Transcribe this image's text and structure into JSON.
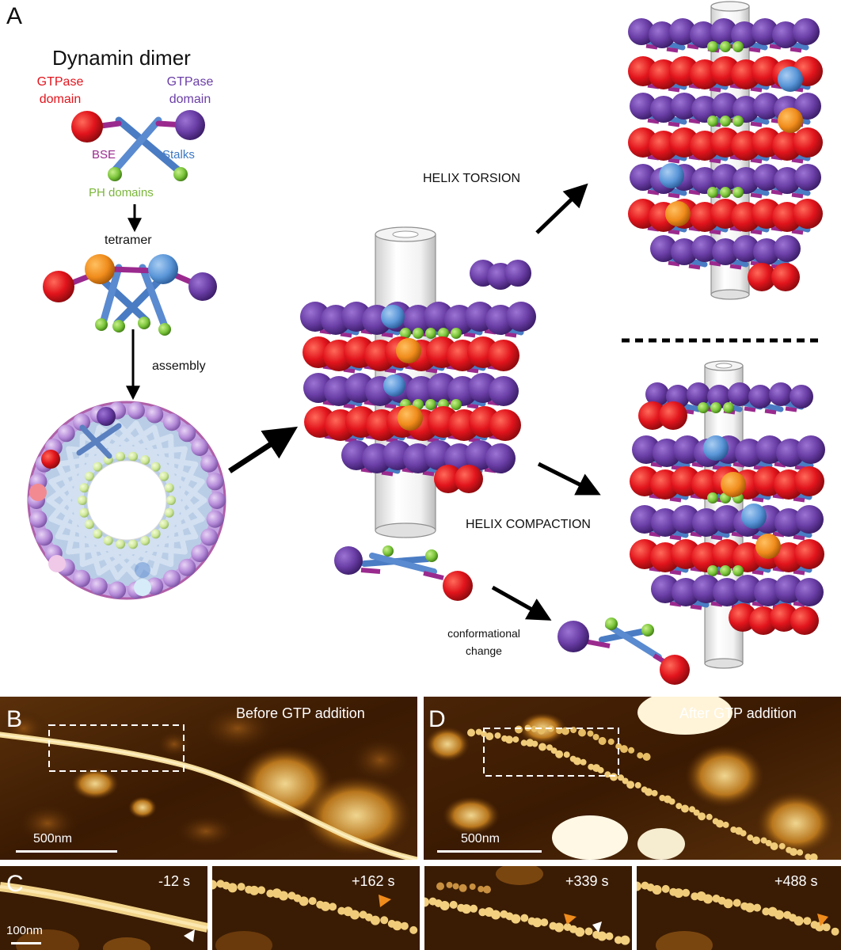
{
  "panels": {
    "a": "A",
    "b": "B",
    "c": "C",
    "d": "D"
  },
  "panel_a": {
    "title": "Dynamin dimer",
    "gtpase_left": [
      "GTPase",
      "domain"
    ],
    "gtpase_right": [
      "GTPase",
      "domain"
    ],
    "bse": "BSE",
    "stalks": "Stalks",
    "ph_domains": "PH domains",
    "tetramer": "tetramer",
    "assembly": "assembly",
    "helix_torsion": "HELIX TORSION",
    "helix_compaction": "HELIX COMPACTION",
    "conformational_change": [
      "conformational",
      "change"
    ]
  },
  "panel_b": {
    "label": "Before  GTP addition",
    "scale": "500nm"
  },
  "panel_d": {
    "label": "After GTP addition",
    "scale": "500nm"
  },
  "panel_c": {
    "frames": [
      "-12 s",
      "+162 s",
      "+339 s",
      "+488 s"
    ],
    "scale": "100nm"
  },
  "colors": {
    "gtpase_red": "#e1141c",
    "gtpase_purple": "#6a3ea6",
    "stalk_blue": "#4a7cc4",
    "bse_magenta": "#9a2a8e",
    "ph_green": "#7ac43a",
    "orange_marker": "#f08c1c",
    "blue_marker": "#5a96d8",
    "afm_dark": "#3a1a02",
    "afm_light": "#f6e6b0"
  }
}
